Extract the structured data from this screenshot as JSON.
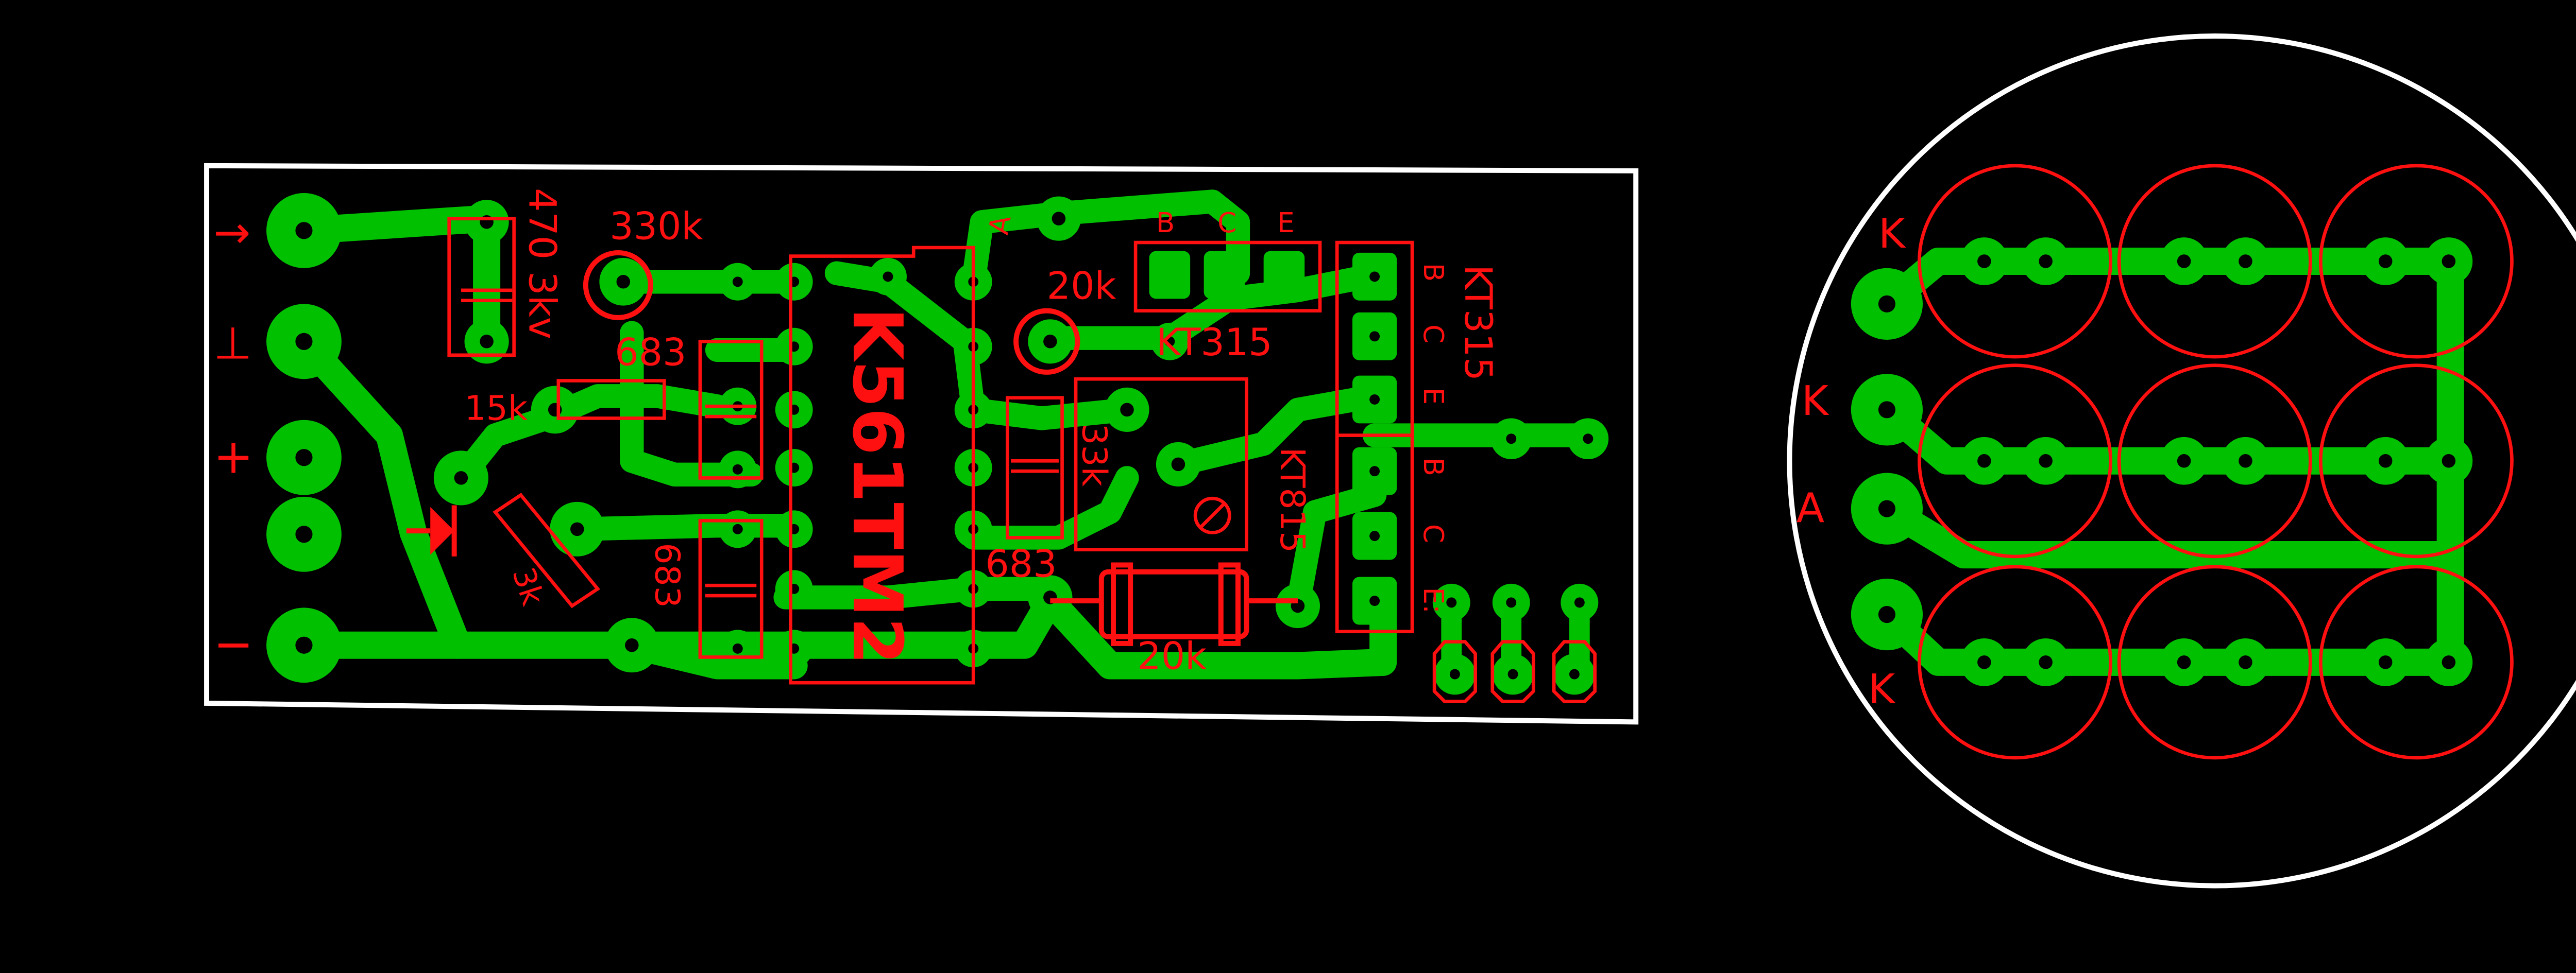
{
  "board_main": {
    "terminal_labels": [
      "→",
      "⊥",
      "+",
      "−"
    ],
    "components": {
      "r_330k": "330k",
      "c_470_3kv": "470 3kv",
      "c_683_top": "683",
      "r_15k": "15k",
      "r_3k": "3k",
      "c_683_bottom": "683",
      "ic": "K561TM2",
      "c_683_right": "683",
      "r_33k": "33k",
      "r_20k_top": "20k",
      "r_20k_bottom": "20k",
      "q_top_label": "KT315",
      "q_top_pins": [
        "B",
        "C",
        "E"
      ],
      "q_top_extra_pin": "A",
      "q_right_top_label": "KT315",
      "q_right_bottom_label": "KT815",
      "q_right_pins_top": [
        "B",
        "C",
        "E"
      ],
      "q_right_pins_bottom": [
        "B",
        "C",
        "E:"
      ]
    }
  },
  "board_led": {
    "pin_labels": [
      "K",
      "K",
      "A",
      "K"
    ]
  },
  "colors": {
    "background": "#000000",
    "copper": "#00c000",
    "silkscreen": "#ff1010",
    "outline": "#ffffff"
  }
}
